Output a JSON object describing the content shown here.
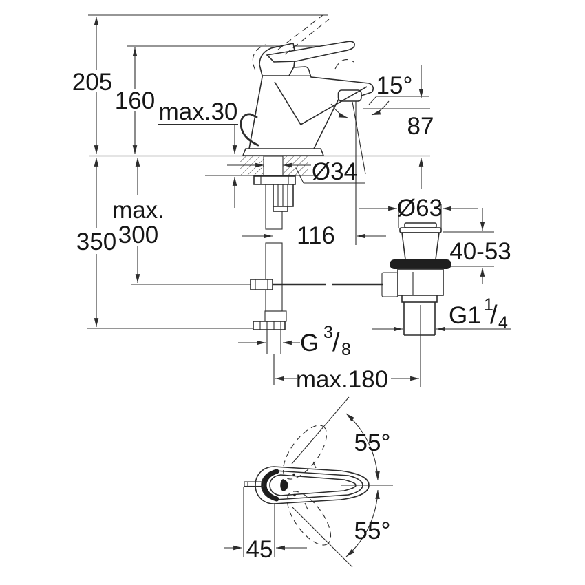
{
  "drawing": {
    "title": "single-lever-basin-mixer-technical-drawing",
    "background_color": "#ffffff",
    "line_color": "#2d2d2d",
    "dimensions": {
      "overall_height": "205",
      "spout_top_height": "160",
      "deck_thickness_max": "max.30",
      "spray_angle": "15°",
      "spout_outlet_height": "87",
      "mount_hole_diameter": "Ø34",
      "hose_length_max_word": "max.",
      "hose_length_max_value": "300",
      "clearance_below": "350",
      "spout_reach": "116",
      "waste_flange_diameter": "Ø63",
      "clamping_range": "40-53",
      "supply_thread": {
        "main": "G",
        "sup": "3",
        "slash": "/",
        "sub": "8"
      },
      "waste_thread": {
        "main": "G1",
        "sup": "1",
        "slash": "/",
        "sub": "4"
      },
      "center_distance_max": "max.180",
      "handle_swivel_up": "55°",
      "handle_swivel_down": "55°",
      "rod_offset": "45"
    }
  }
}
